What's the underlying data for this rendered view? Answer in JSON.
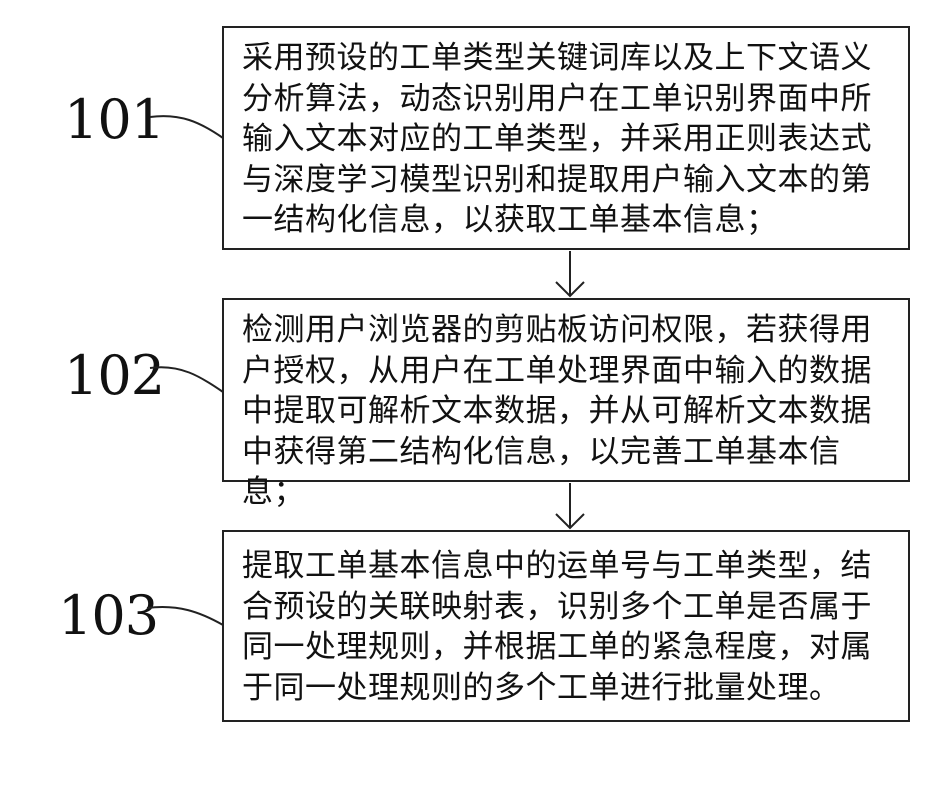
{
  "steps": [
    {
      "label": "101",
      "text": "采用预设的工单类型关键词库以及上下文语义分析算法，动态识别用户在工单识别界面中所输入文本对应的工单类型，并采用正则表达式与深度学习模型识别和提取用户输入文本的第一结构化信息，以获取工单基本信息；"
    },
    {
      "label": "102",
      "text": "检测用户浏览器的剪贴板访问权限，若获得用户授权，从用户在工单处理界面中输入的数据中提取可解析文本数据，并从可解析文本数据中获得第二结构化信息，以完善工单基本信息；"
    },
    {
      "label": "103",
      "text": "提取工单基本信息中的运单号与工单类型，结合预设的关联映射表，识别多个工单是否属于同一处理规则，并根据工单的紧急程度，对属于同一处理规则的多个工单进行批量处理。"
    }
  ]
}
